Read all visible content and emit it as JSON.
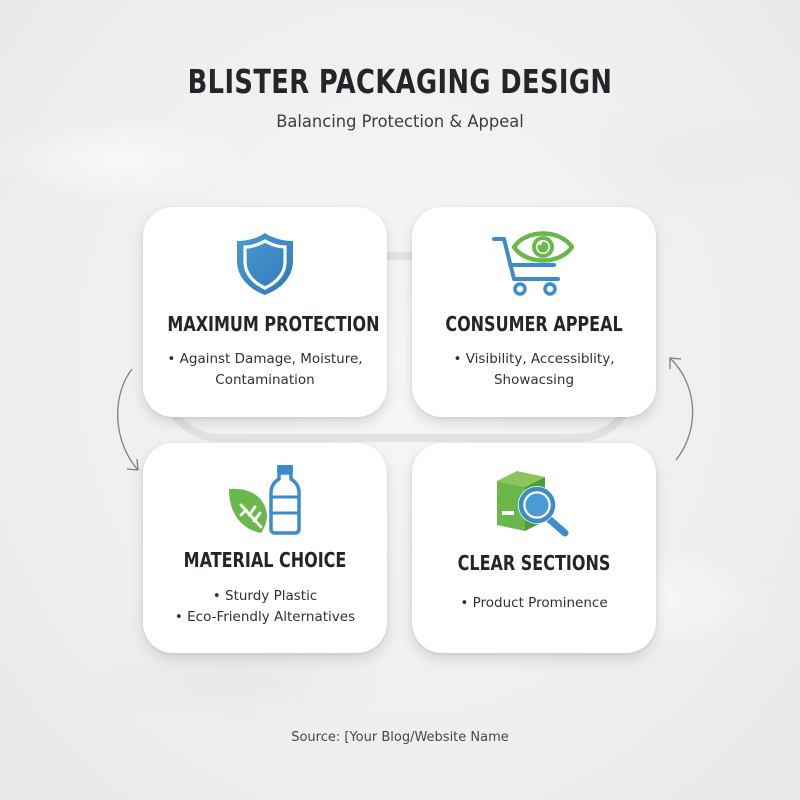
{
  "header": {
    "title": "BLISTER PACKAGING DESIGN",
    "subtitle": "Balancing Protection & Appeal"
  },
  "cards": [
    {
      "id": "maximum-protection",
      "icon": "shield-icon",
      "title": "MAXIMUM PROTECTION",
      "bullets": [
        "• Against Damage, Moisture,",
        "Contamination"
      ]
    },
    {
      "id": "consumer-appeal",
      "icon": "cart-eye-icon",
      "title": "CONSUMER APPEAL",
      "bullets": [
        "• Visibility, Accessiblity,",
        "Showacsing"
      ]
    },
    {
      "id": "material-choice",
      "icon": "leaf-bottle-icon",
      "title": "MATERIAL CHOICE",
      "bullets": [
        "• Sturdy Plastic",
        "• Eco-Friendly Alternatives"
      ]
    },
    {
      "id": "clear-sections",
      "icon": "box-magnifier-icon",
      "title": "CLEAR SECTIONS",
      "bullets": [
        "• Product Prominence"
      ]
    }
  ],
  "footer": {
    "source": "Source: [Your Blog/Website Name"
  },
  "colors": {
    "blue": "#3d8cc9",
    "green": "#6ab84a",
    "text_dark": "#22262b",
    "arrow_gray": "#7d8085"
  }
}
